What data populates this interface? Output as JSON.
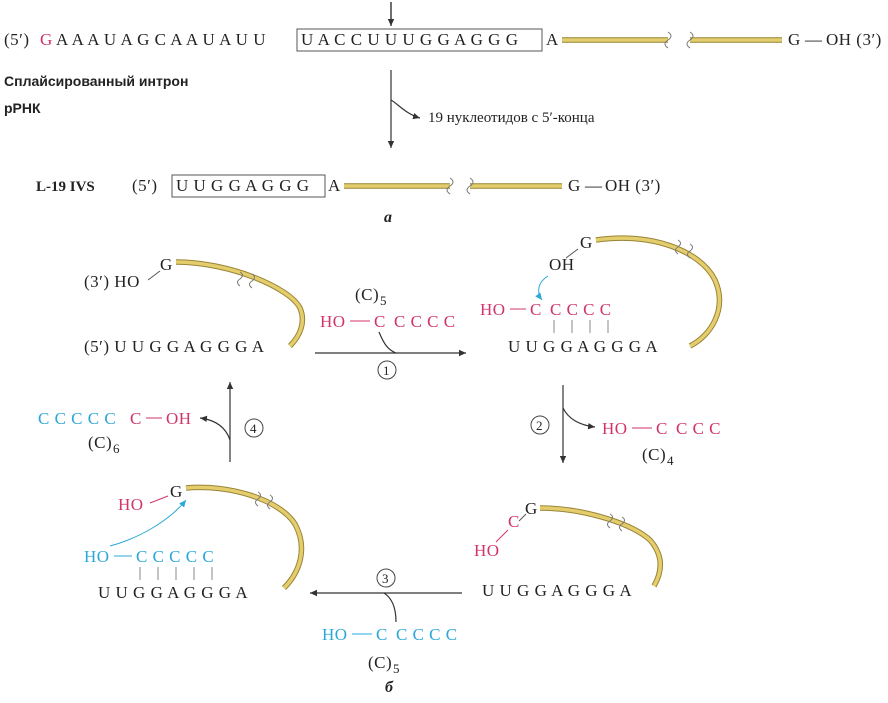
{
  "colors": {
    "text": "#222222",
    "magenta": "#d2336b",
    "cyan": "#2aa8d8",
    "rna_yellow": "#e3cd6d",
    "rna_edge": "#9a8436"
  },
  "top": {
    "five_prime": "(5′)",
    "g_red": "G",
    "seq_pre": "A A A U A G C A A U A U U",
    "seq_boxed": "U A C C U U U G G A G G G",
    "a": "A",
    "end_g": "G",
    "dash": "—",
    "oh3": "OH (3′)",
    "intron_line1": "Сплайсированный интрон",
    "intron_line2": "рРНК",
    "cleave_note": "19 нуклеотидов с 5′-конца"
  },
  "l19": {
    "label": "L-19 IVS",
    "five_prime": "(5′)",
    "seq_boxed": "U U G G A G G G",
    "a": "A",
    "end_g": "G",
    "dash": "—",
    "oh3": "OH (3′)",
    "panel_a": "а"
  },
  "cycle": {
    "tl_g": "G",
    "tl_ho": "(3′) HO",
    "tl_seq": "(5′) U U G G A G G G A",
    "c5_label": "(C)",
    "c5_sub": "5",
    "ho": "HO",
    "c_first": "C",
    "c_rest4": "C C C C",
    "c_rest3": "C C C",
    "c_rest5": "C C C C C",
    "step1": "1",
    "step2": "2",
    "step3": "3",
    "step4": "4",
    "tr_g": "G",
    "tr_oh": "OH",
    "seq": "U U G G A G G G A",
    "c4_label": "(C)",
    "c4_sub": "4",
    "br_g": "G",
    "br_c": "C",
    "br_ho": "HO",
    "bl_g": "G",
    "bl_ho_red": "HO",
    "bl_ho_cyan": "HO",
    "c6_seq": "C C C C C",
    "c6_c": "C",
    "c6_oh": "OH",
    "c6_label": "(C)",
    "c6_sub": "6",
    "panel_b": "б"
  }
}
